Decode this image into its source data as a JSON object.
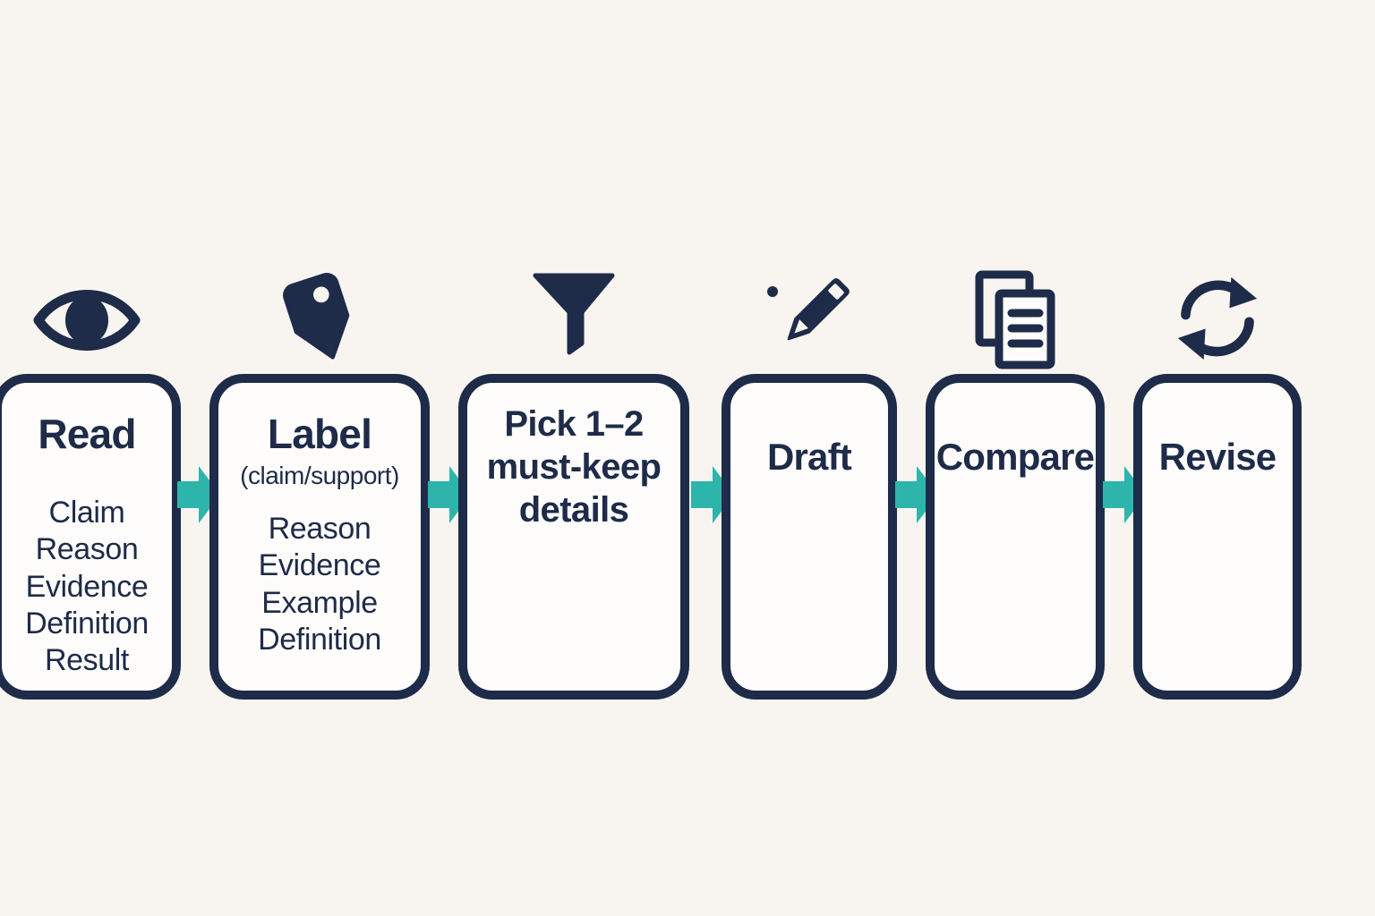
{
  "diagram": {
    "type": "flowchart",
    "direction": "left-to-right",
    "step_count": 6,
    "arrow_count": 5
  },
  "colors": {
    "background": "#f8f5f0",
    "outline_navy": "#1e2b49",
    "arrow_teal": "#2eb5ab",
    "box_fill": "#fefdfb"
  },
  "stages": [
    {
      "icon": "eye-icon",
      "title": "Read",
      "items": [
        "Claim",
        "Reason",
        "Evidence",
        "Definition",
        "Result"
      ]
    },
    {
      "icon": "tag-icon",
      "title": "Label",
      "subtitle": "(claim/support)",
      "items": [
        "Reason",
        "Evidence",
        "Example",
        "Definition"
      ]
    },
    {
      "icon": "funnel-icon",
      "title": "Pick 1–2\nmust-keep\ndetails",
      "items": []
    },
    {
      "icon": "pencil-icon",
      "title": "Draft",
      "items": []
    },
    {
      "icon": "documents-icon",
      "title": "Compare",
      "items": []
    },
    {
      "icon": "refresh-icon",
      "title": "Revise",
      "items": []
    }
  ]
}
